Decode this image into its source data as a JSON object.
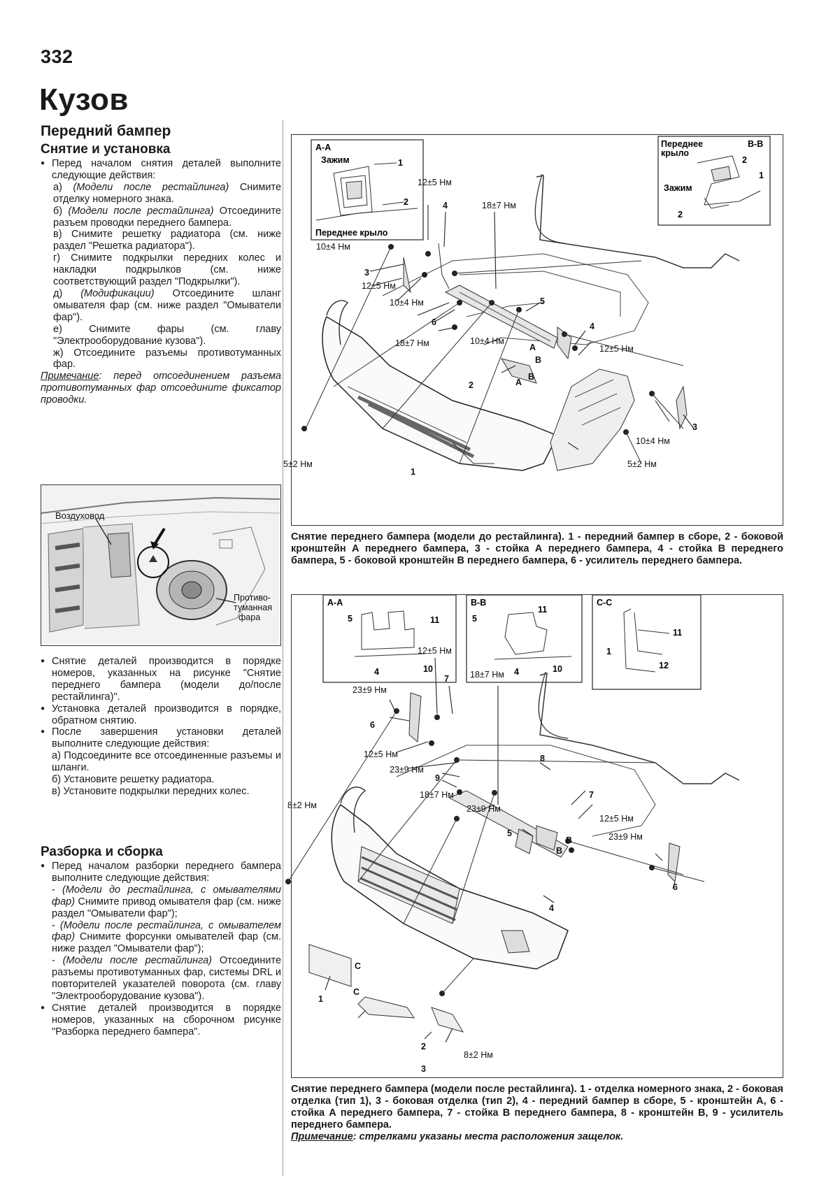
{
  "page_number": "332",
  "chapter_title": "Кузов",
  "section_title": "Передний бампер",
  "removal": {
    "heading": "Снятие и установка",
    "intro": "Перед началом снятия деталей выполните следующие действия:",
    "steps": [
      {
        "prefix": "а) ",
        "model": "(Модели после рестайлинга)",
        "text": " Снимите отделку номерного знака."
      },
      {
        "prefix": "б) ",
        "model": "(Модели после рестайлинга)",
        "text": " Отсоедините разъем проводки переднего бампера."
      },
      {
        "prefix": "в) ",
        "model": "",
        "text": "Снимите решетку радиатора (см. ниже раздел \"Решетка радиатора\")."
      },
      {
        "prefix": "г) ",
        "model": "",
        "text": "Снимите подкрылки передних колес и накладки подкрылков (см. ниже соответствующий раздел \"Подкрылки\")."
      },
      {
        "prefix": "д) ",
        "model": "(Модификации)",
        "text": " Отсоедините шланг омывателя фар (см. ниже раздел \"Омыватели фар\")."
      },
      {
        "prefix": "е) ",
        "model": "",
        "text": "Снимите фары (см. главу \"Электрооборудование кузова\")."
      },
      {
        "prefix": "ж) ",
        "model": "",
        "text": "Отсоедините разъемы противотуманных фар."
      }
    ],
    "note_label": "Примечание",
    "note_text": ": перед отсоединением разъема противотуманных фар отсоедините фиксатор проводки."
  },
  "photo_labels": {
    "duct": "Воздуховод",
    "fog_line1": "Противо-",
    "fog_line2": "туманная",
    "fog_line3": "фара"
  },
  "after_photo": [
    "Снятие деталей производится в порядке номеров, указанных на рисунке \"Снятие переднего бампера (модели до/после рестайлинга)\".",
    "Установка деталей производится в порядке, обратном снятию.",
    "После завершения установки деталей выполните следующие действия:"
  ],
  "install_steps": [
    "а) Подсоедините все отсоединенные разъемы и шланги.",
    "б) Установите решетку радиатора.",
    "в) Установите подкрылки передних колес."
  ],
  "disassembly": {
    "heading": "Разборка и сборка",
    "intro": "Перед началом разборки переднего бампера выполните следующие действия:",
    "items": [
      {
        "model": "(Модели до рестайлинга, с омывателями фар)",
        "text": " Снимите привод омывателя фар (см. ниже раздел \"Омыватели фар\");"
      },
      {
        "model": "(Модели после рестайлинга, с омывателем фар)",
        "text": " Снимите форсунки омывателей фар (см. ниже раздел \"Омыватели фар\");"
      },
      {
        "model": "(Модели после рестайлинга)",
        "text": " Отсоедините разъемы противотуманных фар, системы DRL и повторителей указателей поворота (см. главу \"Электрооборудование кузова\")."
      }
    ],
    "final": "Снятие деталей производится в порядке номеров, указанных на сборочном рисунке \"Разборка переднего бампера\"."
  },
  "fig1": {
    "inset_aa": {
      "title": "A-A",
      "clip": "Зажим",
      "fender": "Переднее крыло",
      "n1": "1",
      "n2": "2"
    },
    "inset_bb": {
      "title": "B-B",
      "fender_line1": "Переднее",
      "fender_line2": "крыло",
      "clip": "Зажим",
      "n1": "1",
      "n2": "2",
      "n2b": "2"
    },
    "labels": {
      "t1": "12±5 Нм",
      "t2": "18±7 Нм",
      "t3": "10±4 Нм",
      "t4": "12±5 Нм",
      "t5": "10±4 Нм",
      "t6": "18±7 Нм",
      "t7": "10±4 Нм",
      "t8": "12±5 Нм",
      "t9": "10±4 Нм",
      "t10": "5±2 Нм",
      "t11": "5±2 Нм",
      "n4a": "4",
      "n3a": "3",
      "n5": "5",
      "n6": "6",
      "n4b": "4",
      "n2": "2",
      "n3b": "3",
      "n1": "1",
      "a1": "A",
      "b1": "B",
      "a2": "A",
      "b2": "B"
    },
    "caption": "Снятие переднего бампера (модели до рестайлинга). 1 - передний бампер в сборе, 2 - боковой кронштейн А переднего бампера, 3 - стойка А переднего бампера, 4 - стойка В переднего бампера, 5 - боковой кронштейн В переднего бампера, 6 - усилитель переднего бампера."
  },
  "fig2": {
    "inset_aa": {
      "title": "A-A",
      "n5": "5",
      "n11": "11",
      "n4": "4",
      "n10": "10"
    },
    "inset_bb": {
      "title": "B-B",
      "n5": "5",
      "n11": "11",
      "n4": "4",
      "n10": "10"
    },
    "inset_cc": {
      "title": "C-C",
      "n11": "11",
      "n1": "1",
      "n12": "12"
    },
    "labels": {
      "t1": "12±5 Нм",
      "t2": "18±7 Нм",
      "t3": "23±9 Нм",
      "t4": "12±5 Нм",
      "t5": "23±9 Нм",
      "t6": "18±7 Нм",
      "t7": "23±9 Нм",
      "t8": "8±2 Нм",
      "t9": "12±5 Нм",
      "t10": "23±9 Нм",
      "t11": "8±2 Нм",
      "n7a": "7",
      "n6a": "6",
      "n8": "8",
      "n9": "9",
      "n7b": "7",
      "n5": "5",
      "n6b": "6",
      "n4": "4",
      "n1": "1",
      "n2": "2",
      "n3": "3",
      "b1": "B",
      "b2": "B",
      "c1": "C",
      "c2": "C"
    },
    "caption": "Снятие переднего бампера (модели после рестайлинга). 1 - отделка номерного знака, 2 - боковая отделка (тип 1), 3 - боковая отделка (тип 2), 4 - передний бампер в сборе, 5 - кронштейн А, 6 - стойка А переднего бампера, 7 - стойка В переднего бампера, 8 - кронштейн В, 9 - усилитель переднего бампера.",
    "note_label": "Примечание",
    "note_text": ": стрелками указаны места расположения защелок."
  }
}
